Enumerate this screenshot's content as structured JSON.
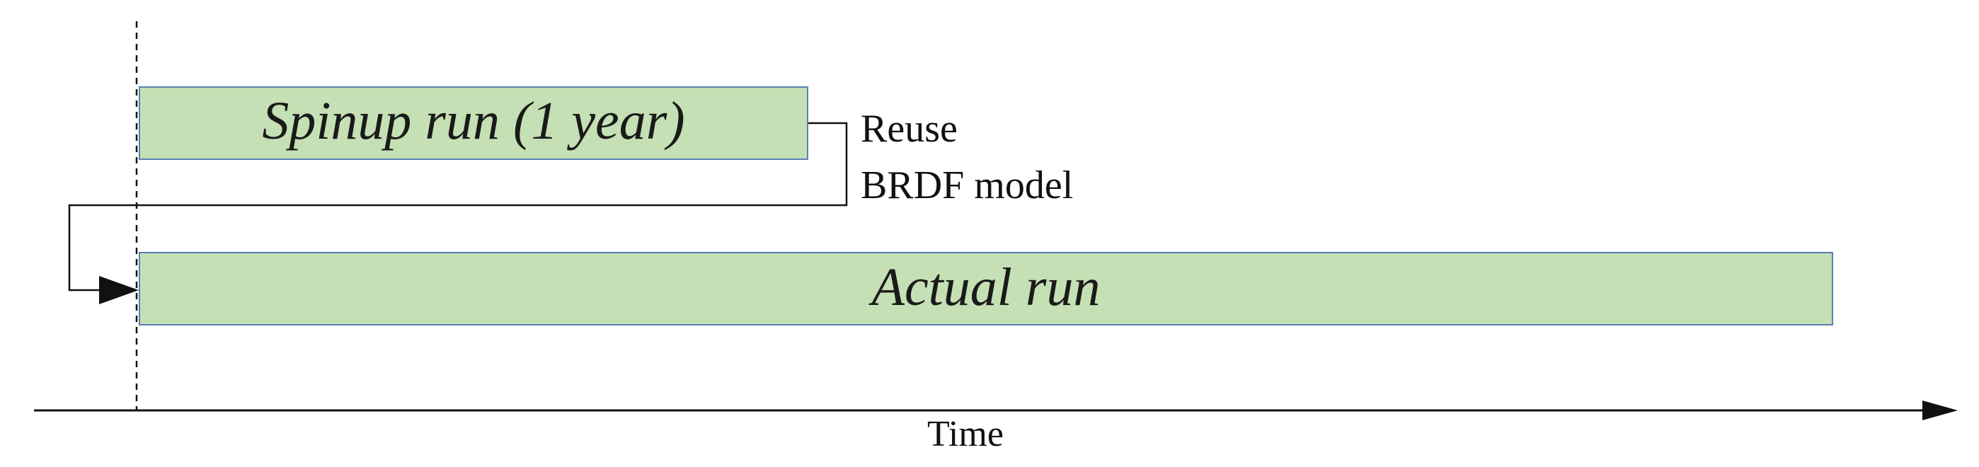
{
  "diagram": {
    "spinup_label": "Spinup run (1 year)",
    "actual_label": "Actual run",
    "reuse_line1": "Reuse",
    "reuse_line2": "BRDF model",
    "time_label": "Time"
  },
  "colors": {
    "box_fill": "#c5e0b4",
    "box_border": "#5b80b2",
    "line": "#111111"
  }
}
